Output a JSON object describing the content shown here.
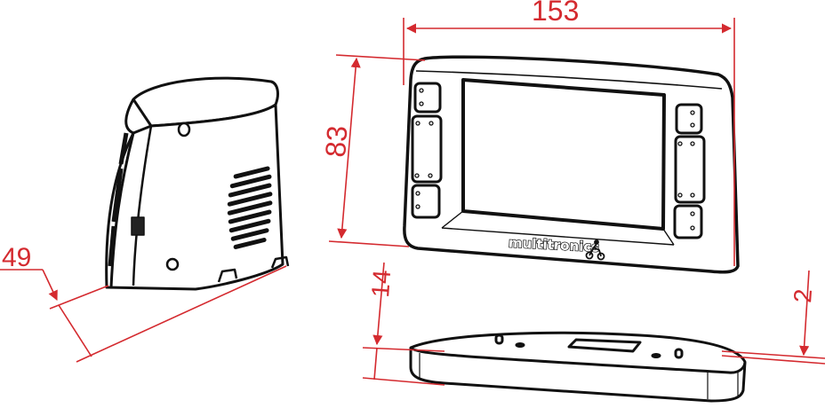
{
  "diagram": {
    "type": "technical-dimension-drawing",
    "subject": "multitronics on-board computer",
    "colors": {
      "dimension": "#d42a2f",
      "outline": "#111111",
      "background": "#ffffff"
    },
    "views": [
      {
        "id": "side-view",
        "label": "Side view with speaker grille"
      },
      {
        "id": "front-view",
        "label": "Front view with display and buttons"
      },
      {
        "id": "mount-view",
        "label": "Mounting base"
      }
    ],
    "dimensions": {
      "width": {
        "value": "153",
        "target": "front-view"
      },
      "height": {
        "value": "83",
        "target": "front-view"
      },
      "depth": {
        "value": "49",
        "target": "side-view"
      },
      "mount_height": {
        "value": "14",
        "target": "mount-view"
      },
      "mount_offset": {
        "value": "2",
        "target": "mount-view"
      }
    },
    "brand": {
      "text": "multitronics",
      "icon": "motorcycle-rider-icon"
    }
  }
}
